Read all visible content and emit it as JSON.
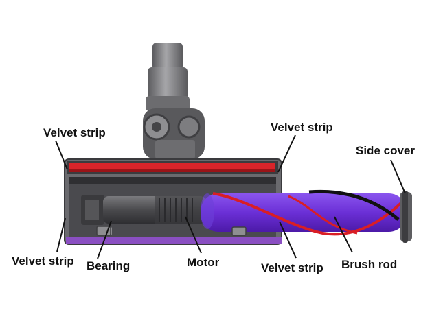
{
  "labels": {
    "velvet_strip_top_left": "Velvet strip",
    "velvet_strip_top_right": "Velvet strip",
    "side_cover": "Side cover",
    "velvet_strip_bottom_left": "Velvet strip",
    "bearing": "Bearing",
    "motor": "Motor",
    "velvet_strip_bottom_right": "Velvet strip",
    "brush_rod": "Brush rod"
  },
  "colors": {
    "background": "#ffffff",
    "text": "#111111",
    "leader_line": "#111111",
    "housing_grey": "#6f6f73",
    "housing_dark": "#3e3e42",
    "neck_grey": "#8d8d90",
    "velvet_red": "#d8242a",
    "velvet_purple": "#8a4fc2",
    "brush_purple": "#6b2fd6",
    "bristle_red": "#d91e25",
    "bristle_black": "#111111",
    "motor_grey": "#555558"
  }
}
